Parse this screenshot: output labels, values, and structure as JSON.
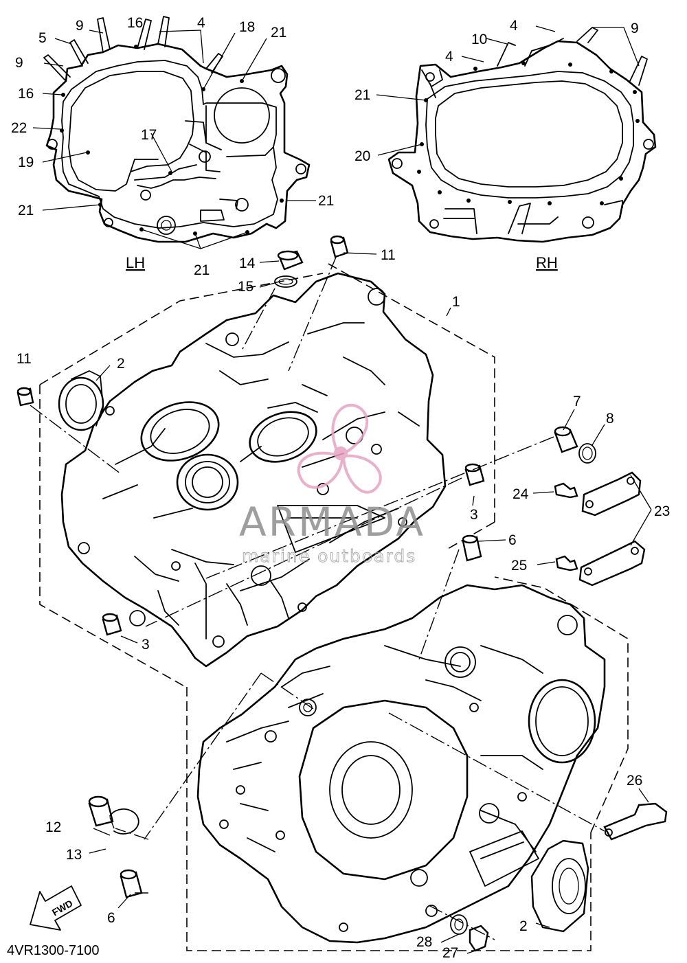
{
  "diagram": {
    "code": "4VR1300-7100",
    "side_labels": {
      "lh": "LH",
      "rh": "RH"
    },
    "direction_arrow": "FWD",
    "watermark": {
      "brand": "ARMADA",
      "tagline": "marine outboards"
    },
    "part_callouts": {
      "c1": "1",
      "c2a": "2",
      "c2b": "2",
      "c3a": "3",
      "c3b": "3",
      "c4a": "4",
      "c4b": "4",
      "c4c": "4",
      "c5": "5",
      "c6a": "6",
      "c6b": "6",
      "c7": "7",
      "c8": "8",
      "c9a": "9",
      "c9b": "9",
      "c9c": "9",
      "c10": "10",
      "c11a": "11",
      "c11b": "11",
      "c12": "12",
      "c13": "13",
      "c14": "14",
      "c15": "15",
      "c16a": "16",
      "c16b": "16",
      "c17": "17",
      "c18": "18",
      "c19": "19",
      "c20": "20",
      "c21a": "21",
      "c21b": "21",
      "c21c": "21",
      "c21d": "21",
      "c21e": "21",
      "c22": "22",
      "c23": "23",
      "c24": "24",
      "c25": "25",
      "c26": "26",
      "c27": "27",
      "c28": "28"
    },
    "colors": {
      "line": "#000000",
      "background": "#ffffff",
      "logo_pink": "#e6a3c4",
      "watermark_grey": "#8e8e8e"
    }
  }
}
